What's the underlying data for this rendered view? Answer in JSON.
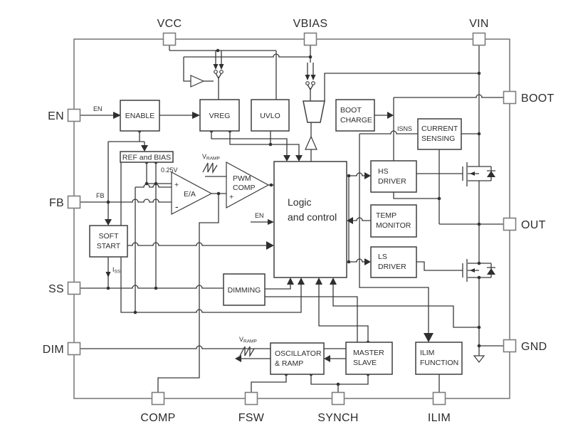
{
  "diagram": {
    "pins": {
      "vcc": "VCC",
      "vbias": "VBIAS",
      "vin": "VIN",
      "en": "EN",
      "fb": "FB",
      "ss": "SS",
      "dim": "DIM",
      "boot": "BOOT",
      "out": "OUT",
      "gnd": "GND",
      "comp": "COMP",
      "fsw": "FSW",
      "synch": "SYNCH",
      "ilim": "ILIM"
    },
    "blocks": {
      "enable": "ENABLE",
      "vreg": "VREG",
      "uvlo": "UVLO",
      "boot_charge_1": "BOOT",
      "boot_charge_2": "CHARGE",
      "current_sensing_1": "CURRENT",
      "current_sensing_2": "SENSING",
      "ref_bias": "REF and BIAS",
      "soft_start_1": "SOFT",
      "soft_start_2": "START",
      "logic_1": "Logic",
      "logic_2": "and control",
      "hs_driver_1": "HS",
      "hs_driver_2": "DRIVER",
      "temp_monitor_1": "TEMP",
      "temp_monitor_2": "MONITOR",
      "ls_driver_1": "LS",
      "ls_driver_2": "DRIVER",
      "dimming": "DIMMING",
      "oscillator_1": "OSCILLATOR",
      "oscillator_2": "& RAMP",
      "master_slave_1": "MASTER",
      "master_slave_2": "SLAVE",
      "ilim_function_1": "ILIM",
      "ilim_function_2": "FUNCTION"
    },
    "amplifiers": {
      "error_amp": "E/A",
      "pwm_1": "PWM",
      "pwm_2": "COMP",
      "plus": "+",
      "minus": "-"
    },
    "wire_labels": {
      "en": "EN",
      "fb": "FB",
      "isns": "ISNS",
      "ref_voltage": "0.25V",
      "en_logic": "EN",
      "v": "V",
      "ramp_sub": "RAMP",
      "i": "I",
      "ss_sub": "SS"
    },
    "colors": {
      "wire": "#3a3a3a",
      "frame": "#7d7d7d",
      "text": "#2d2d2d",
      "background": "#ffffff"
    }
  }
}
